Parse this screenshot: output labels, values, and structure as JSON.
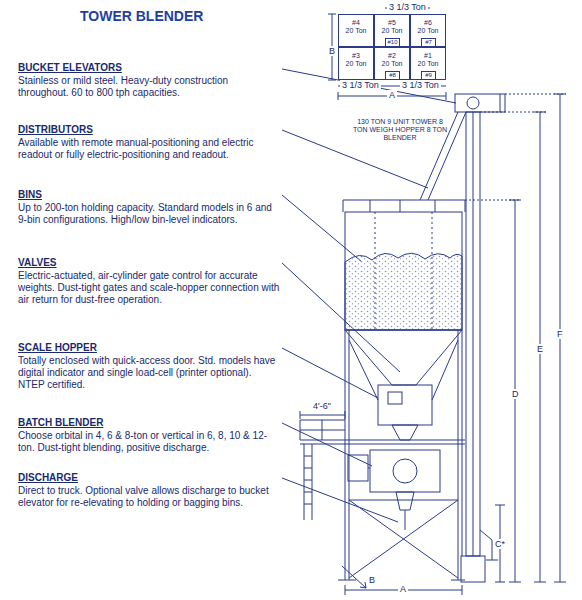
{
  "diagram": {
    "title": "TOWER BLENDER",
    "nodes": [
      {
        "text": [
          "#4",
          "20 Ton"
        ]
      },
      {
        "text": [
          "#5",
          "20 Ton"
        ]
      },
      {
        "text": [
          "#6",
          "20 Ton"
        ]
      },
      {
        "text": [
          "#3",
          "20 Ton"
        ]
      },
      {
        "text": [
          "#2",
          "20 Ton"
        ]
      },
      {
        "text": [
          "#1",
          "20 Ton"
        ]
      },
      {
        "text": [
          "#10"
        ]
      },
      {
        "text": [
          "#7"
        ]
      },
      {
        "text": [
          "#8"
        ]
      },
      {
        "text": [
          "#9"
        ]
      }
    ],
    "labels": [
      "BUCKET ELEVATORS",
      "Stainless or mild steel. Heavy-duty construction throughout. 60 to 800 tph capacities.",
      "DISTRIBUTORS",
      "Available with remote manual-positioning and electric readout or fully electric-positioning and readout.",
      "BINS",
      "Up to 200-ton holding capacity. Standard models in 6 and 9-bin configurations. High/low bin-level indicators.",
      "VALVES",
      "Electric-actuated, air-cylinder gate control for accurate weights. Dust-tight gates and scale-hopper connection with air return for dust-free operation.",
      "SCALE HOPPER",
      "Totally enclosed with quick-access door. Std. models have digital indicator and single load-cell (printer optional). NTEP certified.",
      "BATCH BLENDER",
      "Choose orbital in 4, 6 & 8-ton or vertical in 6, 8, 10 & 12-ton. Dust-tight blending, positive discharge.",
      "DISCHARGE",
      "Direct to truck. Optional valve allows discharge to bucket elevator for re-elevating to holding or bagging bins.",
      "3 1/3 Ton",
      "B",
      "3 1/3 Ton",
      "3 1/3 Ton",
      "A",
      "130 TON 9 UNIT TOWER 8 TON WEIGH HOPPER 8 TON BLENDER",
      "F",
      "E",
      "D",
      "C*",
      "4'-6\"",
      "B",
      "A"
    ]
  }
}
